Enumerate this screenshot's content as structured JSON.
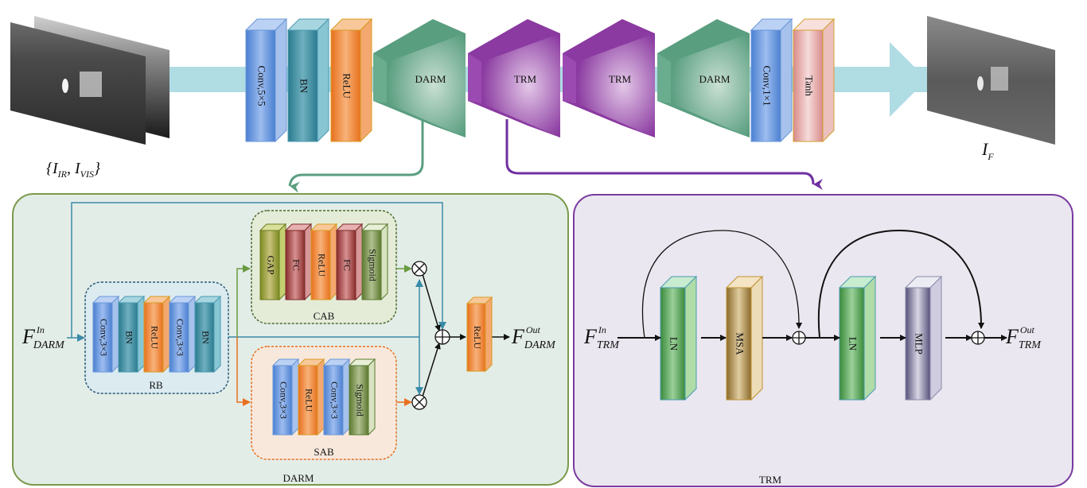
{
  "inputs": {
    "label_main": "{I",
    "label_ir": "IR",
    "label_sep": ", I",
    "label_vis": "VIS",
    "label_close": "}"
  },
  "output": {
    "label_main": "I",
    "label_sub": "F"
  },
  "pipeline": {
    "blocks": [
      {
        "label": "Conv,5×5",
        "type": "box",
        "color": "blue"
      },
      {
        "label": "BN",
        "type": "box",
        "color": "teal"
      },
      {
        "label": "ReLU",
        "type": "box",
        "color": "orange"
      },
      {
        "label": "DARM",
        "type": "encoder",
        "color": "green"
      },
      {
        "label": "TRM",
        "type": "encoder",
        "color": "purple"
      },
      {
        "label": "TRM",
        "type": "encoder",
        "color": "purple"
      },
      {
        "label": "DARM",
        "type": "encoder",
        "color": "green"
      },
      {
        "label": "Conv,1×1",
        "type": "box",
        "color": "blue"
      },
      {
        "label": "Tanh",
        "type": "box",
        "color": "pink"
      }
    ]
  },
  "darm": {
    "title": "DARM",
    "input_main": "F",
    "input_sup": "In",
    "input_sub": "DARM",
    "output_main": "F",
    "output_sup": "Out",
    "output_sub": "DARM",
    "rb": {
      "title": "RB",
      "blocks": [
        "Conv,3×3",
        "BN",
        "ReLU",
        "Conv,3×3",
        "BN"
      ]
    },
    "cab": {
      "title": "CAB",
      "blocks": [
        "GAP",
        "FC",
        "ReLU",
        "FC",
        "Sigmoid"
      ]
    },
    "sab": {
      "title": "SAB",
      "blocks": [
        "Conv,3×3",
        "ReLU",
        "Conv,3×3",
        "Sigmoid"
      ]
    },
    "relu_label": "ReLU"
  },
  "trm": {
    "title": "TRM",
    "input_main": "F",
    "input_sup": "In",
    "input_sub": "TRM",
    "output_main": "F",
    "output_sup": "Out",
    "output_sub": "TRM",
    "blocks": [
      "LN",
      "MSA",
      "LN",
      "MLP"
    ]
  },
  "colors": {
    "darm_panel_bg": "#e3ede7",
    "darm_panel_border": "#7a9a4a",
    "trm_panel_bg": "#ebe7f0",
    "trm_panel_border": "#7a3aa0",
    "darm_arrow": "#5a9e80",
    "trm_arrow": "#7030a0",
    "flow_band": "#b0dce4",
    "skip_line": "#3a8aa8",
    "cab_arrow": "#6a9a40",
    "sab_arrow": "#e87020"
  }
}
